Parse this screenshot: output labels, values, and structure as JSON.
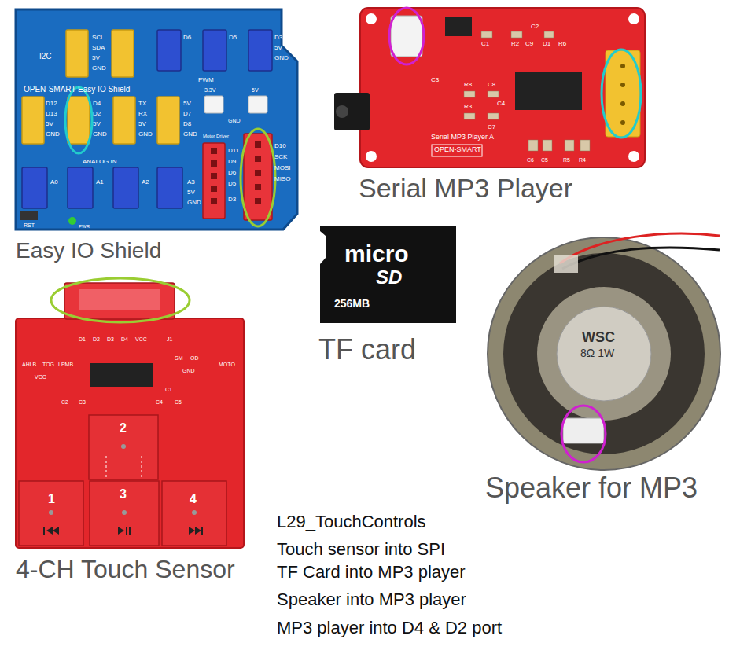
{
  "diagram": {
    "nodes": [
      {
        "text": [
          "Easy IO Shield"
        ]
      },
      {
        "text": [
          "Serial MP3 Player"
        ]
      },
      {
        "text": [
          "TF card"
        ]
      },
      {
        "text": [
          "Speaker for MP3"
        ]
      },
      {
        "text": [
          "4-CH Touch Sensor"
        ]
      }
    ],
    "labels": [
      "I2C",
      "SCL",
      "SDA",
      "5V",
      "GND",
      "D6",
      "D5",
      "D3",
      "5V",
      "GND",
      "PWM",
      "OPEN-SMART Easy IO Shield",
      "D12",
      "D13",
      "5V",
      "GND",
      "D4",
      "D2",
      "5V",
      "GND",
      "TX",
      "RX",
      "5V",
      "GND",
      "5V",
      "D7",
      "D8",
      "GND",
      "3.3V",
      "5V",
      "GND",
      "Motor Driver",
      "D11",
      "D9",
      "D6",
      "D5",
      "D3",
      "D10",
      "SCK",
      "MOSI",
      "MISO",
      "ANALOG IN",
      "A0",
      "A1",
      "A2",
      "A3",
      "5V",
      "GND",
      "RST",
      "PWR",
      "C2",
      "C1",
      "R2",
      "C9",
      "D1",
      "R6",
      "C3",
      "R8",
      "C8",
      "R3",
      "C4",
      "C7",
      "Serial MP3 Player A",
      "OPEN-SMART",
      "C6",
      "C5",
      "R5",
      "R4",
      "micro",
      "SD",
      "256MB",
      "WSC",
      "8Ω 1W",
      "D1",
      "D2",
      "D3",
      "D4",
      "VCC",
      "J1",
      "AHLB",
      "TOG",
      "LPMB",
      "VCC",
      "SM",
      "OD",
      "GND",
      "MOTO",
      "C2",
      "C3",
      "C1",
      "C4",
      "C5",
      "1",
      "2",
      "3",
      "4",
      "L29_TouchControls",
      "Touch sensor into SPI",
      "TF Card into MP3 player",
      "Speaker into MP3 player",
      "MP3 player into D4 & D2 port"
    ]
  }
}
